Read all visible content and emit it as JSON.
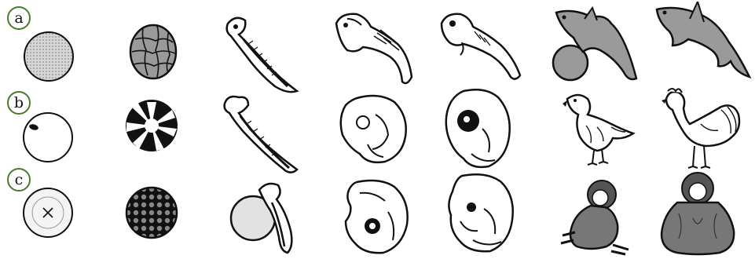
{
  "rows": [
    {
      "label": "a",
      "subject": "shark"
    },
    {
      "label": "b",
      "subject": "chicken"
    },
    {
      "label": "c",
      "subject": "primate"
    }
  ],
  "stages": [
    "egg",
    "cleavage",
    "early-embryo",
    "mid-embryo",
    "late-embryo",
    "juvenile",
    "adult"
  ],
  "colors": {
    "label_ring": "#4a7a2c",
    "ink": "#111111",
    "egg_fill_a": "#d8d8d8"
  }
}
